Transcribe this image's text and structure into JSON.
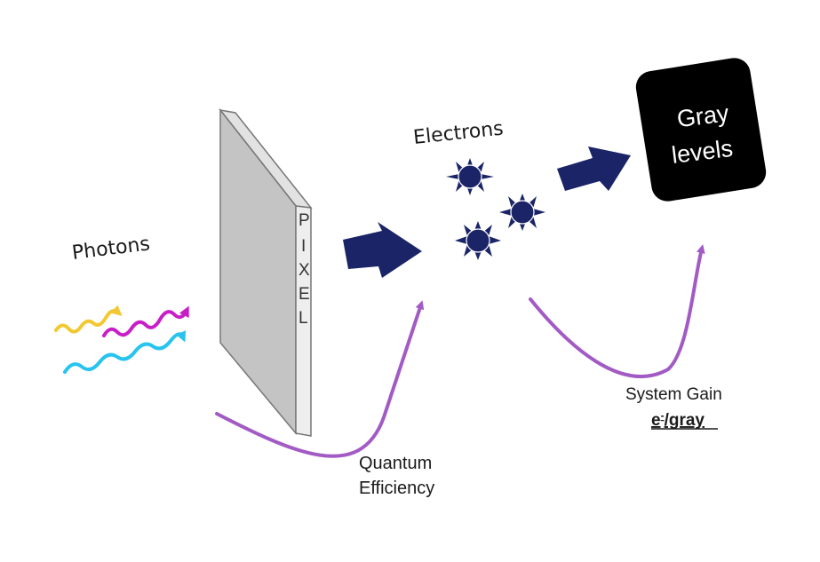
{
  "labels": {
    "photons": "Photons",
    "electrons": "Electrons",
    "pixel_letters": [
      "P",
      "I",
      "X",
      "E",
      "L"
    ],
    "gray_levels_line1": "Gray",
    "gray_levels_line2": "levels",
    "quantum_efficiency_line1": "Quantum",
    "quantum_efficiency_line2": "Efficiency",
    "system_gain_line1": "System Gain",
    "system_gain_unit_base": "e",
    "system_gain_unit_sup": "-",
    "system_gain_unit_rest": "/gray"
  },
  "colors": {
    "photon_yellow": "#f2c832",
    "photon_magenta": "#c81ec8",
    "photon_cyan": "#28c3ee",
    "arrow_navy": "#1a2467",
    "electron_navy": "#1a2467",
    "curve_purple": "#a25bc4",
    "pixel_face": "#c4c4c4",
    "pixel_side": "#eeeeee",
    "gray_levels_box": "#000000"
  },
  "icons": {
    "photons": "wavy-arrow-icon",
    "electrons": "starburst-icon",
    "flow": "block-arrow-icon"
  }
}
